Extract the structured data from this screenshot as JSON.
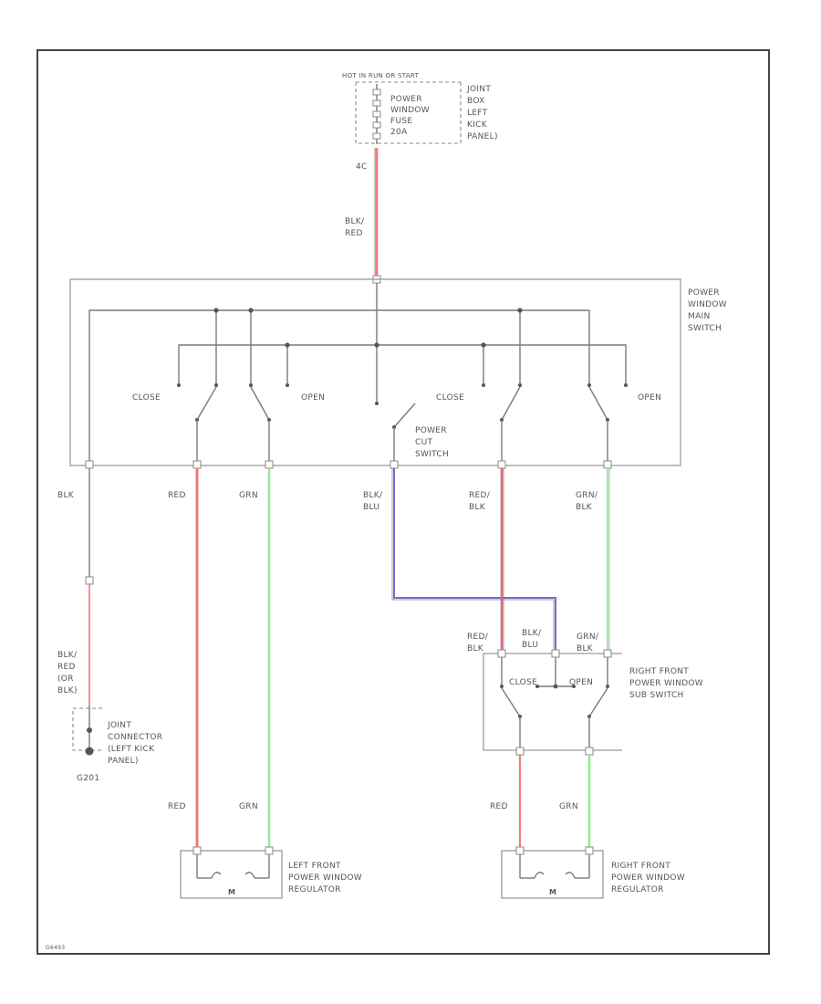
{
  "colors": {
    "red": "#f07a7a",
    "green": "#9fe89f",
    "blue": "#6e6ed2",
    "gray": "#7a7a7a",
    "frame": "#444444"
  },
  "fuse": {
    "supply_label": "HOT IN RUN OR START",
    "name_lines": [
      "POWER",
      "WINDOW",
      "FUSE",
      "20A"
    ],
    "location_lines": [
      "JOINT",
      "BOX",
      "LEFT",
      "KICK",
      "PANEL)"
    ],
    "terminal": "4C"
  },
  "wires": {
    "feed_lines": [
      "BLK/",
      "RED"
    ],
    "main_blk": "BLK",
    "main_red": "RED",
    "main_grn": "GRN",
    "main_blk_blu": [
      "BLK/",
      "BLU"
    ],
    "main_red_blk": [
      "RED/",
      "BLK"
    ],
    "main_grn_blk": [
      "GRN/",
      "BLK"
    ],
    "ground_lines": [
      "BLK/",
      "RED",
      "(OR",
      "BLK)"
    ],
    "sub_red_blk": [
      "RED/",
      "BLK"
    ],
    "sub_blk_blu": [
      "BLK/",
      "BLU"
    ],
    "sub_grn_blk": [
      "GRN/",
      "BLK"
    ],
    "left_red": "RED",
    "left_grn": "GRN",
    "right_red": "RED",
    "right_grn": "GRN"
  },
  "main_switch": {
    "name_lines": [
      "POWER",
      "WINDOW",
      "MAIN",
      "SWITCH"
    ],
    "close_left": "CLOSE",
    "open_left": "OPEN",
    "close_right": "CLOSE",
    "open_right": "OPEN",
    "cut_lines": [
      "POWER",
      "CUT",
      "SWITCH"
    ]
  },
  "ground": {
    "connector_lines": [
      "JOINT",
      "CONNECTOR",
      "(LEFT KICK",
      "PANEL)"
    ],
    "name": "G201"
  },
  "sub_switch": {
    "name_lines": [
      "RIGHT FRONT",
      "POWER WINDOW",
      "SUB SWITCH"
    ],
    "close": "CLOSE",
    "open": "OPEN"
  },
  "left_regulator": {
    "name_lines": [
      "LEFT FRONT",
      "POWER WINDOW",
      "REGULATOR"
    ],
    "motor": "M"
  },
  "right_regulator": {
    "name_lines": [
      "RIGHT FRONT",
      "POWER WINDOW",
      "REGULATOR"
    ],
    "motor": "M"
  },
  "figure_id": "G6493"
}
